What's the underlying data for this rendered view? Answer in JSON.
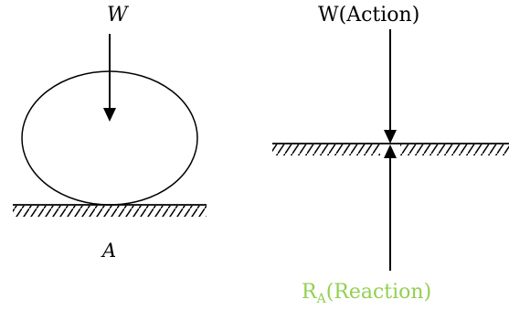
{
  "left_figure": {
    "load_label": "W",
    "contact_label": "A"
  },
  "right_figure": {
    "action_label": "W(Action)",
    "reaction_symbol": "R",
    "reaction_subscript": "A",
    "reaction_text": "(Reaction)"
  },
  "colors": {
    "line": "#000000",
    "reaction_label": "#92d050"
  }
}
